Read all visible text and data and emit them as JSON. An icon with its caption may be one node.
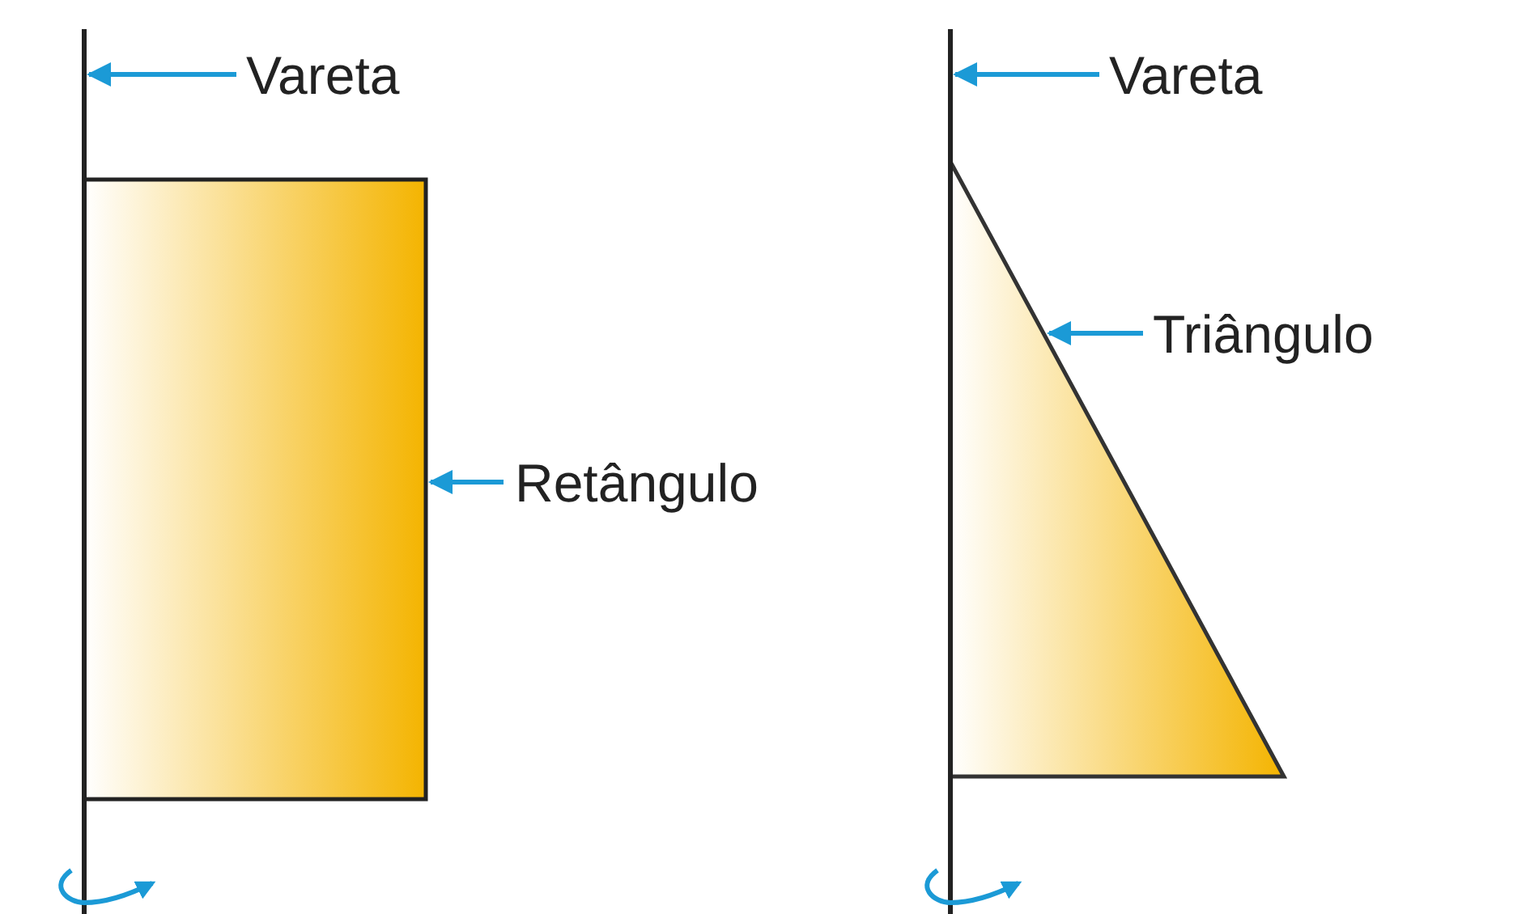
{
  "diagram": {
    "nodes": [
      {
        "text": [
          "Vareta"
        ]
      },
      {
        "text": [],
        "shape": "bar"
      },
      {
        "text": [],
        "shape": "box"
      },
      {
        "text": [
          "Retângulo"
        ]
      },
      {
        "text": [
          "Vareta"
        ]
      },
      {
        "text": [],
        "shape": "bar"
      },
      {
        "text": [],
        "shape": "triangle"
      },
      {
        "text": [
          "Triângulo"
        ]
      }
    ],
    "edges": [
      {
        "from": 0,
        "to": 1,
        "arrow": "to"
      },
      {
        "from": 3,
        "to": 2,
        "arrow": "to"
      },
      {
        "from": 4,
        "to": 5,
        "arrow": "to"
      },
      {
        "from": 7,
        "to": 6,
        "arrow": "to"
      }
    ]
  }
}
